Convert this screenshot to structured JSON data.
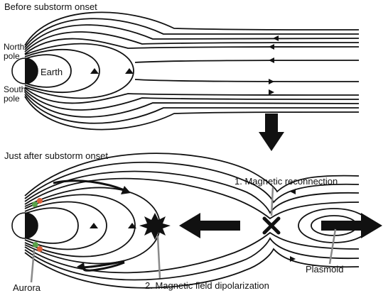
{
  "panels": {
    "before": {
      "title": "Before substorm onset"
    },
    "after": {
      "title": "Just after substorm onset"
    }
  },
  "labels": {
    "north_pole_line1": "North",
    "north_pole_line2": "pole",
    "south_pole_line1": "South",
    "south_pole_line2": "pole",
    "earth": "Earth",
    "magnetic_reconnection": "1. Magnetic reconnection",
    "dipolarization": "2. Magnetic field dipolarization",
    "plasmoid": "Plasmoid",
    "aurora": "Aurora"
  },
  "colors": {
    "lines": "#111111",
    "earth_dark": "#111111",
    "aurora_green": "#5aa24a",
    "aurora_red": "#d9603a",
    "pointer_gray": "#8a8a8a"
  },
  "icons": {
    "transition_arrow": "arrow-down-icon",
    "reconnection_point": "x-mark-icon",
    "dipolarization_point": "star-burst-icon",
    "flow_left": "arrow-left-icon",
    "flow_right": "arrow-right-icon"
  }
}
